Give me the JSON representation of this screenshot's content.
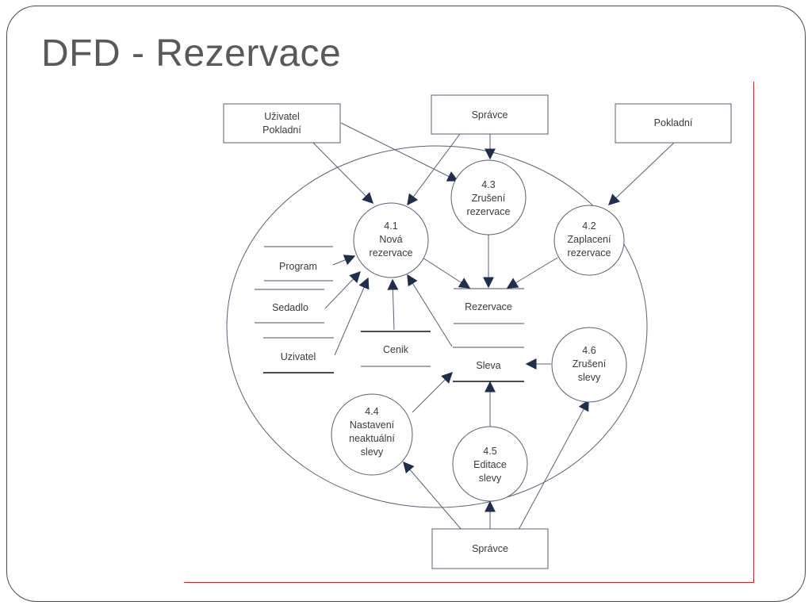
{
  "slide": {
    "title": "DFD - Rezervace"
  },
  "diagram": {
    "entities": {
      "uzivatel_pokladni": [
        "Uživatel",
        "Pokladní"
      ],
      "spravce_top": [
        "Správce"
      ],
      "pokladni": [
        "Pokladní"
      ],
      "spravce_bottom": [
        "Správce"
      ]
    },
    "processes": {
      "p41": [
        "4.1",
        "Nová",
        "rezervace"
      ],
      "p42": [
        "4.2",
        "Zaplacení",
        "rezervace"
      ],
      "p43": [
        "4.3",
        "Zrušení",
        "rezervace"
      ],
      "p44": [
        "4.4",
        "Nastavení",
        "neaktuální",
        "slevy"
      ],
      "p45": [
        "4.5",
        "Editace",
        "slevy"
      ],
      "p46": [
        "4.6",
        "Zrušení",
        "slevy"
      ]
    },
    "stores": {
      "program": "Program",
      "sedadlo": "Sedadlo",
      "uzivatel": "Uzivatel",
      "cenik": "Cenik",
      "rezervace": "Rezervace",
      "sleva": "Sleva"
    },
    "colors": {
      "line": "#5a5f73",
      "arrowhead": "#1f2d4f",
      "text": "#3a3a3a",
      "panel_border": "#d2232a"
    }
  }
}
